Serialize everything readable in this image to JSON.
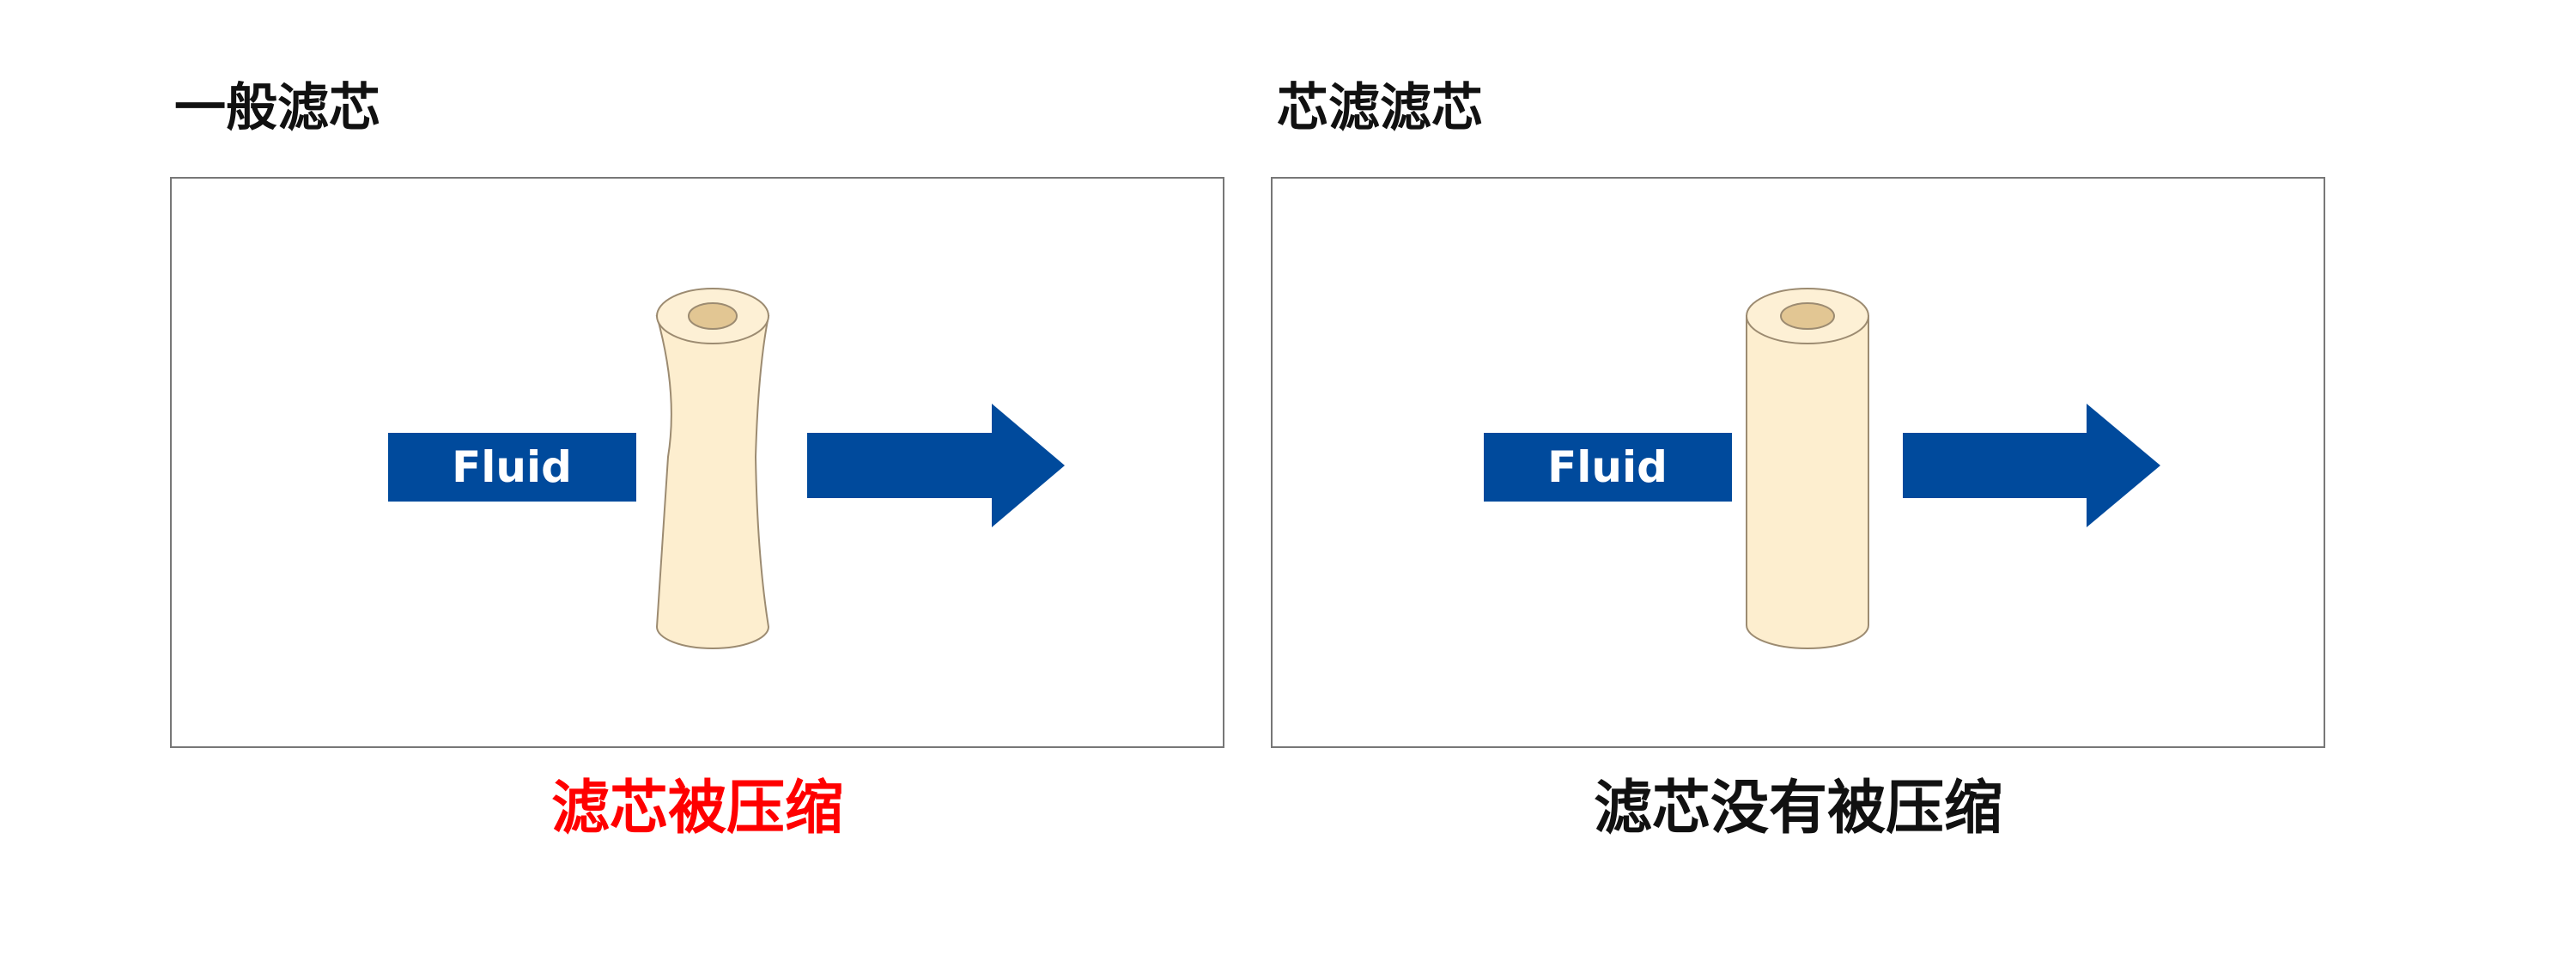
{
  "colors": {
    "arrow": "#004a9c",
    "filter_fill": "#fdeecf",
    "filter_core": "#e2c693",
    "filter_stroke": "#9c8b71",
    "caption_compressed": "#ff0000",
    "caption_normal": "#111111",
    "fluid_text": "#ffffff"
  },
  "panels": [
    {
      "title": "一般滤芯",
      "fluid_label": "Fluid",
      "caption": "滤芯被压缩",
      "filter_state": "compressed"
    },
    {
      "title": "芯滤滤芯",
      "fluid_label": "Fluid",
      "caption": "滤芯没有被压缩",
      "filter_state": "not-compressed"
    }
  ]
}
